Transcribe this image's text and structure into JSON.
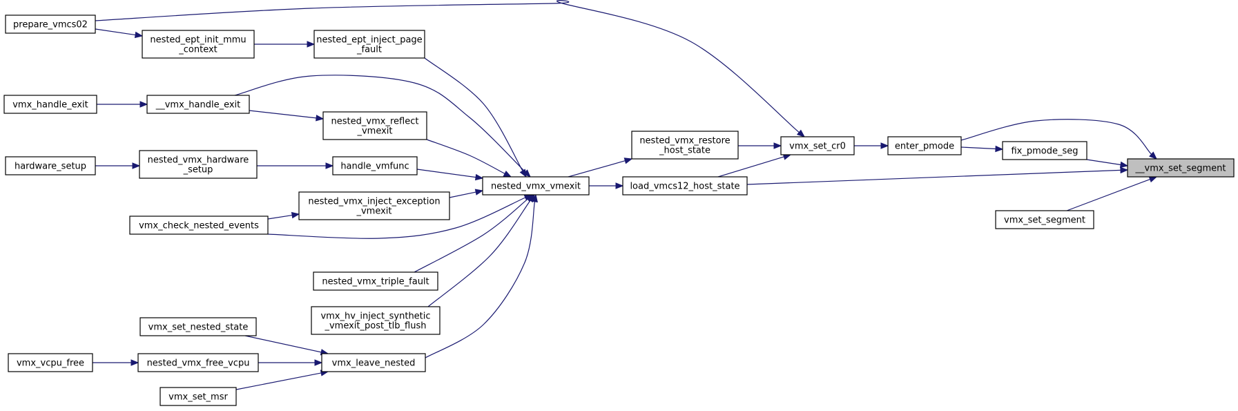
{
  "graph": {
    "title": "Caller graph",
    "edge_color": "#191970",
    "highlight_color": "#bfbfbf",
    "nodes": {
      "vmx_set_segment_internal": {
        "lines": [
          "__vmx_set_segment"
        ]
      },
      "fix_pmode_seg": {
        "lines": [
          "fix_pmode_seg"
        ]
      },
      "vmx_set_segment": {
        "lines": [
          "vmx_set_segment"
        ]
      },
      "enter_pmode": {
        "lines": [
          "enter_pmode"
        ]
      },
      "vmx_set_cr0": {
        "lines": [
          "vmx_set_cr0"
        ]
      },
      "nested_vmx_restore_host_state": {
        "lines": [
          "nested_vmx_restore",
          "_host_state"
        ]
      },
      "load_vmcs12_host_state": {
        "lines": [
          "load_vmcs12_host_state"
        ]
      },
      "nested_vmx_vmexit": {
        "lines": [
          "nested_vmx_vmexit"
        ]
      },
      "prepare_vmcs02": {
        "lines": [
          "prepare_vmcs02"
        ]
      },
      "nested_ept_init_mmu_context": {
        "lines": [
          "nested_ept_init_mmu",
          "_context"
        ]
      },
      "nested_ept_inject_page_fault": {
        "lines": [
          "nested_ept_inject_page",
          "_fault"
        ]
      },
      "vmx_handle_exit": {
        "lines": [
          "vmx_handle_exit"
        ]
      },
      "vmx_handle_exit_internal": {
        "lines": [
          "__vmx_handle_exit"
        ]
      },
      "nested_vmx_reflect_vmexit": {
        "lines": [
          "nested_vmx_reflect",
          "_vmexit"
        ]
      },
      "hardware_setup": {
        "lines": [
          "hardware_setup"
        ]
      },
      "nested_vmx_hardware_setup": {
        "lines": [
          "nested_vmx_hardware",
          "_setup"
        ]
      },
      "handle_vmfunc": {
        "lines": [
          "handle_vmfunc"
        ]
      },
      "nested_vmx_inject_exception_vmexit": {
        "lines": [
          "nested_vmx_inject_exception",
          "_vmexit"
        ]
      },
      "vmx_check_nested_events": {
        "lines": [
          "vmx_check_nested_events"
        ]
      },
      "nested_vmx_triple_fault": {
        "lines": [
          "nested_vmx_triple_fault"
        ]
      },
      "vmx_hv_inject_synthetic_vmexit_post_tlb_flush": {
        "lines": [
          "vmx_hv_inject_synthetic",
          "_vmexit_post_tlb_flush"
        ]
      },
      "vmx_set_nested_state": {
        "lines": [
          "vmx_set_nested_state"
        ]
      },
      "vmx_vcpu_free": {
        "lines": [
          "vmx_vcpu_free"
        ]
      },
      "nested_vmx_free_vcpu": {
        "lines": [
          "nested_vmx_free_vcpu"
        ]
      },
      "vmx_set_msr": {
        "lines": [
          "vmx_set_msr"
        ]
      },
      "vmx_leave_nested": {
        "lines": [
          "vmx_leave_nested"
        ]
      }
    },
    "edges": [
      {
        "from": "fix_pmode_seg",
        "to": "vmx_set_segment_internal"
      },
      {
        "from": "vmx_set_segment",
        "to": "vmx_set_segment_internal"
      },
      {
        "from": "enter_pmode",
        "to": "vmx_set_segment_internal"
      },
      {
        "from": "load_vmcs12_host_state",
        "to": "vmx_set_segment_internal"
      },
      {
        "from": "enter_pmode",
        "to": "fix_pmode_seg"
      },
      {
        "from": "vmx_set_cr0",
        "to": "enter_pmode"
      },
      {
        "from": "nested_vmx_restore_host_state",
        "to": "vmx_set_cr0"
      },
      {
        "from": "load_vmcs12_host_state",
        "to": "vmx_set_cr0"
      },
      {
        "from": "prepare_vmcs02",
        "to": "vmx_set_cr0"
      },
      {
        "from": "nested_vmx_vmexit",
        "to": "nested_vmx_restore_host_state"
      },
      {
        "from": "nested_vmx_vmexit",
        "to": "load_vmcs12_host_state"
      },
      {
        "from": "prepare_vmcs02",
        "to": "nested_ept_init_mmu_context"
      },
      {
        "from": "nested_ept_init_mmu_context",
        "to": "nested_ept_inject_page_fault"
      },
      {
        "from": "nested_ept_inject_page_fault",
        "to": "nested_vmx_vmexit"
      },
      {
        "from": "vmx_handle_exit",
        "to": "vmx_handle_exit_internal"
      },
      {
        "from": "vmx_handle_exit_internal",
        "to": "nested_vmx_vmexit"
      },
      {
        "from": "vmx_handle_exit_internal",
        "to": "nested_vmx_reflect_vmexit"
      },
      {
        "from": "nested_vmx_reflect_vmexit",
        "to": "nested_vmx_vmexit"
      },
      {
        "from": "hardware_setup",
        "to": "nested_vmx_hardware_setup"
      },
      {
        "from": "nested_vmx_hardware_setup",
        "to": "handle_vmfunc"
      },
      {
        "from": "handle_vmfunc",
        "to": "nested_vmx_vmexit"
      },
      {
        "from": "nested_vmx_inject_exception_vmexit",
        "to": "nested_vmx_vmexit"
      },
      {
        "from": "vmx_check_nested_events",
        "to": "nested_vmx_inject_exception_vmexit"
      },
      {
        "from": "vmx_check_nested_events",
        "to": "nested_vmx_vmexit"
      },
      {
        "from": "nested_vmx_triple_fault",
        "to": "nested_vmx_vmexit"
      },
      {
        "from": "vmx_hv_inject_synthetic_vmexit_post_tlb_flush",
        "to": "nested_vmx_vmexit"
      },
      {
        "from": "vmx_leave_nested",
        "to": "nested_vmx_vmexit"
      },
      {
        "from": "vmx_set_nested_state",
        "to": "vmx_leave_nested"
      },
      {
        "from": "nested_vmx_free_vcpu",
        "to": "vmx_leave_nested"
      },
      {
        "from": "vmx_vcpu_free",
        "to": "nested_vmx_free_vcpu"
      },
      {
        "from": "vmx_set_msr",
        "to": "vmx_leave_nested"
      }
    ]
  }
}
